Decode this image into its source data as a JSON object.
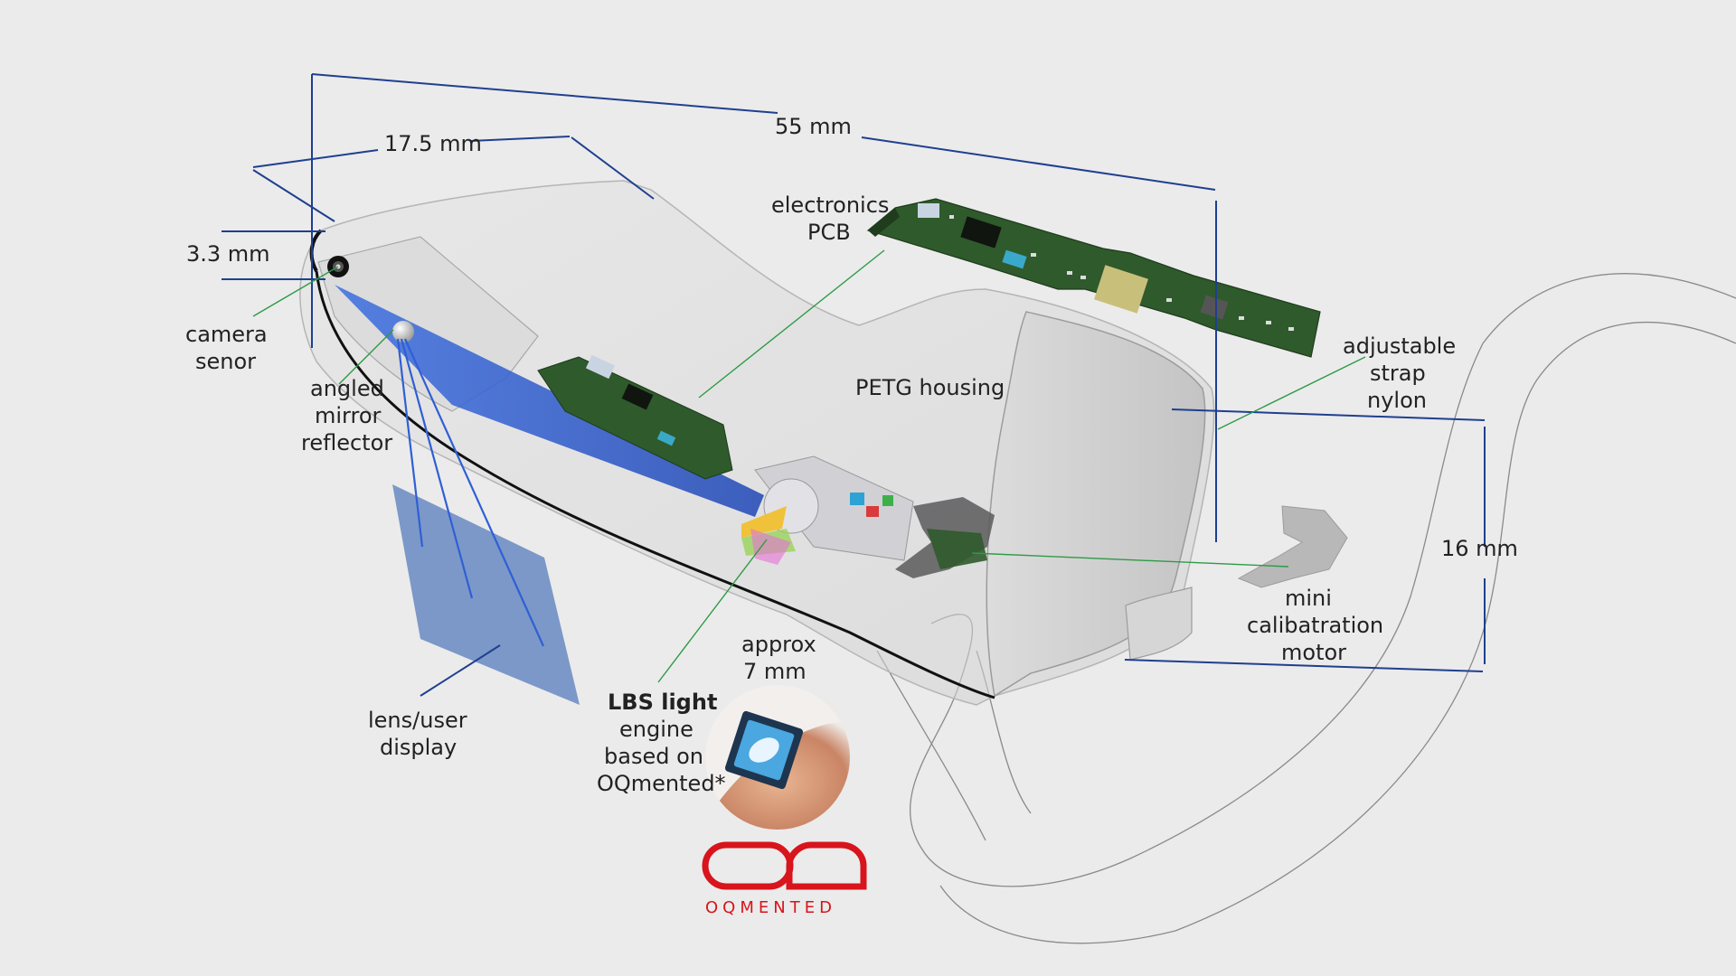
{
  "labels": {
    "dim_17_5": "17.5 mm",
    "dim_55": "55 mm",
    "dim_3_3": "3.3 mm",
    "dim_16": "16 mm",
    "approx_size_1": "approx",
    "approx_size_2": "7 mm",
    "camera_1": "camera",
    "camera_2": "senor",
    "mirror_1": "angled",
    "mirror_2": "mirror",
    "mirror_3": "reflector",
    "electronics_1": "electronics",
    "electronics_2": "PCB",
    "housing": "PETG housing",
    "strap_1": "adjustable",
    "strap_2": "strap",
    "strap_3": "nylon",
    "motor_1": "mini",
    "motor_2": "calibatration",
    "motor_3": "motor",
    "lens_1": "lens/user",
    "lens_2": "display",
    "lbs_1": "LBS light",
    "lbs_2": "engine",
    "lbs_3": "based on",
    "lbs_4": "OQmented*"
  },
  "brand": {
    "name": "OQMENTED"
  },
  "colors": {
    "background": "#ebebeb",
    "dimension_line": "#1f3f8f",
    "leader_line": "#2e9a46",
    "beam": "#2f5fd6",
    "lens": "#6f8fc4",
    "pcb": "#2f5a2c",
    "brand": "#d8141c"
  }
}
